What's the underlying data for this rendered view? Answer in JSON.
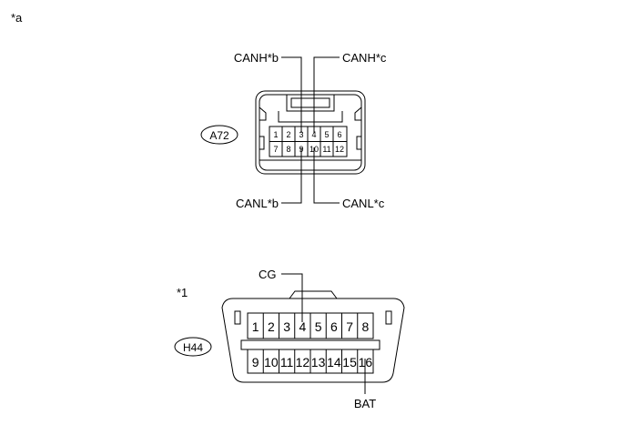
{
  "labels": {
    "star_a": "*a",
    "star_1": "*1"
  },
  "connector_a72": {
    "id": "A72",
    "pins_top": [
      "1",
      "2",
      "3",
      "4",
      "5",
      "6"
    ],
    "pins_bottom": [
      "7",
      "8",
      "9",
      "10",
      "11",
      "12"
    ],
    "wires": {
      "canh_b": "CANH*b",
      "canh_c": "CANH*c",
      "canl_b": "CANL*b",
      "canl_c": "CANL*c"
    }
  },
  "connector_h44": {
    "id": "H44",
    "pins_top": [
      "1",
      "2",
      "3",
      "4",
      "5",
      "6",
      "7",
      "8"
    ],
    "pins_bottom": [
      "9",
      "10",
      "11",
      "12",
      "13",
      "14",
      "15",
      "16"
    ],
    "wires": {
      "cg": "CG",
      "bat": "BAT"
    }
  }
}
